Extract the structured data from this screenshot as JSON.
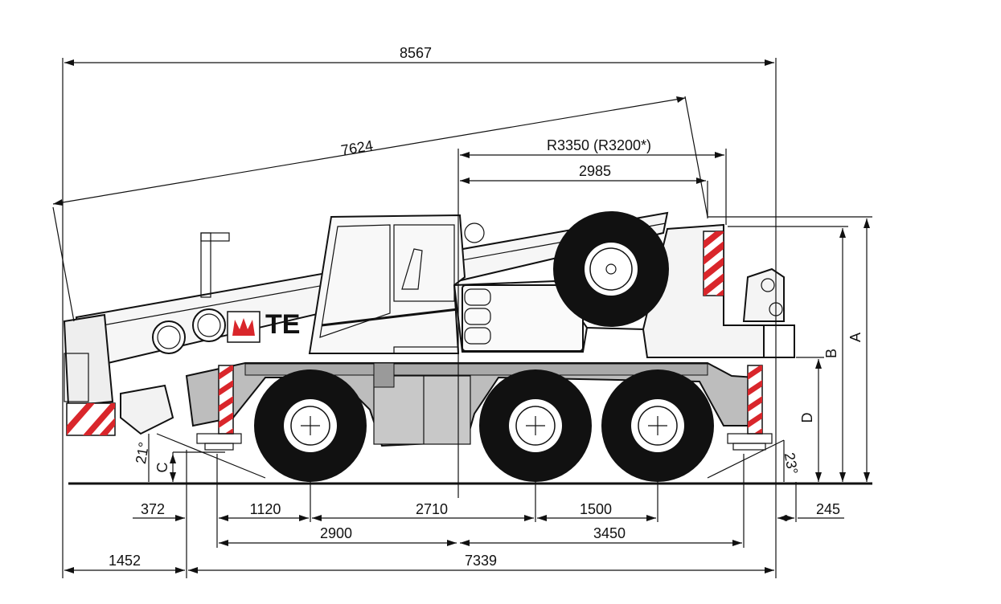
{
  "dimensions": {
    "overall_length": "8567",
    "boom_length": "7624",
    "turning_radius": "R3350 (R3200*)",
    "tail_radius": "2985",
    "front_overhang_upper": "372",
    "front_to_axle1": "1120",
    "axle1_to_axle2": "2710",
    "axle2_to_axle3": "1500",
    "rear_overhang_upper": "245",
    "outrigger_front": "2900",
    "outrigger_rear": "3450",
    "front_overhang_lower": "1452",
    "length_lower": "7339"
  },
  "height_labels": {
    "a": "A",
    "b": "B",
    "c": "C",
    "d": "D"
  },
  "angles": {
    "approach": "21°",
    "departure": "23°"
  },
  "brand_text": "TE",
  "colors": {
    "chassis_gray": "#bdbdbd",
    "warning_red": "#d9262b",
    "logo_red": "#d9262b",
    "ink": "#111111"
  }
}
